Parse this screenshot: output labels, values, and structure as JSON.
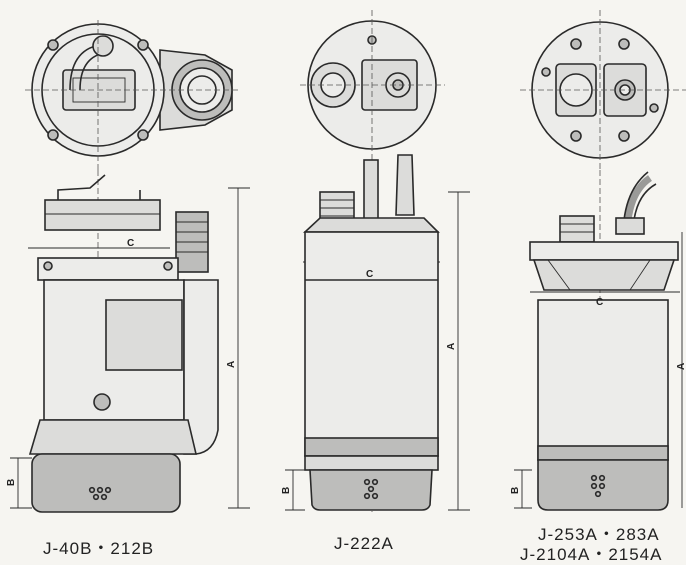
{
  "dimension_letters": {
    "a": "A",
    "b": "B",
    "c": "C"
  },
  "pumps": [
    {
      "id": "j40b",
      "caption_lines": [
        "J-40B・212B"
      ]
    },
    {
      "id": "j222a",
      "caption_lines": [
        "J-222A"
      ]
    },
    {
      "id": "j253a",
      "caption_lines": [
        "J-253A・283A",
        "J-2104A・2154A"
      ]
    }
  ],
  "colors": {
    "line": "#2a2a2a",
    "paper": "#f6f5f1",
    "fill_light": "#ececea",
    "fill_mid": "#dcdcda",
    "fill_dark": "#bdbdbb"
  }
}
